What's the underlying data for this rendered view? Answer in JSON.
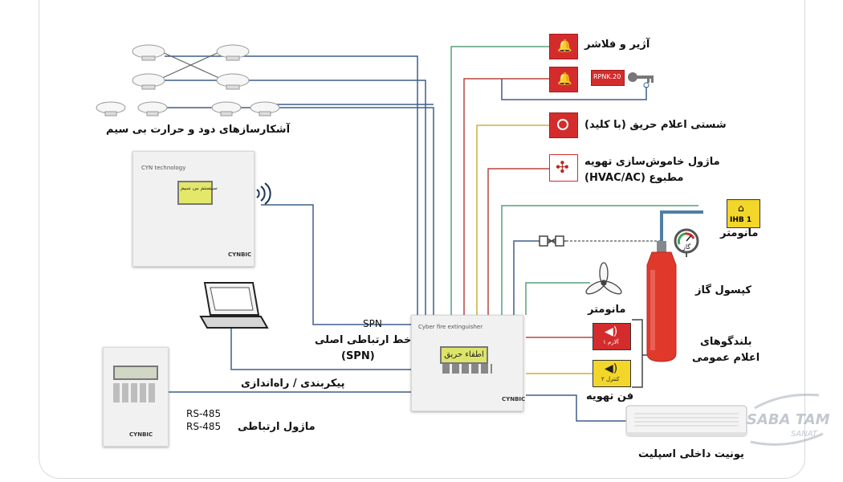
{
  "labels": {
    "wireless_detectors": "آشکارسازهای دود و حرارت بی سیم",
    "siren_flasher": "آژیر و فلاشر",
    "manual_call_point": "شستی اعلام حریق (با کلید)",
    "hvac_module_l1": "ماژول خاموش‌سازی تهویه",
    "hvac_module_l2": "مطبوع (HVAC/AC)",
    "pressure_gauge_top": "مانومتر",
    "pressure_gauge_fan": "مانومتر",
    "gas_capsule": "کپسول گاز",
    "speakers_l1": "بلندگوهای",
    "speakers_l2": "اعلام عمومی",
    "fan": "فن تهویه",
    "split_unit": "یونیت داخلی اسپلیت",
    "spn": "SPN",
    "main_comm_l1": "خط ارتباطی اصلی",
    "main_comm_l2": "(SPN)",
    "config": "پیکربندی / راه‌اندازی",
    "rs485_top": "RS-485",
    "rs485_l1": "ماژول ارتباطی",
    "rs485_l2": "RS-485"
  },
  "devices": {
    "key_switch_label": "RPNK.20",
    "ihb_label": "IHB 1",
    "gauge_text": "گاز",
    "main_panel_screen": "اطفاء حریق",
    "main_panel_header": "Cyber fire extinguisher",
    "main_panel_logo": "CYNBIC",
    "wireless_panel_header": "CYN technology",
    "wireless_panel_screen": "سیستم بی سیم",
    "wireless_panel_logo": "CYNBIC",
    "rs_panel_logo": "CYNBIC",
    "speaker_red_label": "آلارم ۱",
    "speaker_yellow_label": "کنترل ۲"
  },
  "watermark": {
    "line1": "SABA TAM",
    "line2": "SANAT"
  },
  "colors": {
    "red": "#d42c2c",
    "yellow": "#f2d62a",
    "screen": "#e3e86a",
    "wire_blue": "#3f5f8a",
    "wire_green": "#5aa07a",
    "wire_red": "#b5463f",
    "wire_yellow": "#c9b23a",
    "cylinder": "#e0392c"
  }
}
